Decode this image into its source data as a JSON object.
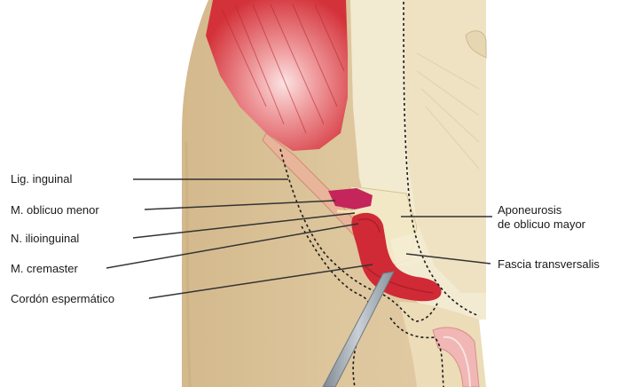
{
  "labels_left": [
    {
      "id": "lig-inguinal",
      "text": "Lig. inguinal"
    },
    {
      "id": "m-oblicuo-menor",
      "text": "M. oblicuo menor"
    },
    {
      "id": "n-ilioinguinal",
      "text": "N. ilioinguinal"
    },
    {
      "id": "m-cremaster",
      "text": "M. cremaster"
    },
    {
      "id": "cordon-espermatico",
      "text": "Cordón espermático"
    }
  ],
  "labels_right": {
    "aponeurosis_line1": "Aponeurosis",
    "aponeurosis_line2": "de oblicuo mayor",
    "fascia_transversalis": "Fascia transversalis"
  },
  "colors": {
    "background": "#ffffff",
    "skin": "#dcc39a",
    "skin_dark": "#c9ad80",
    "muscle_red": "#d8323a",
    "muscle_light": "#f2b7b7",
    "fascia": "#f0e6c4",
    "leader_line": "#333333",
    "instrument": "#9aa3ad"
  }
}
